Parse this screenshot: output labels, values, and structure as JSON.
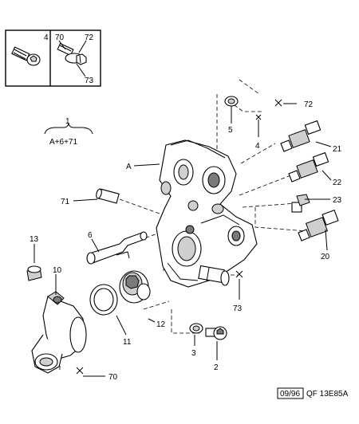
{
  "inset": {
    "labels": {
      "screw": "4",
      "bolt_a": "70",
      "bolt_b": "72",
      "washer": "73"
    }
  },
  "group": {
    "number": "1",
    "formula": "A+6+71"
  },
  "callouts": {
    "c72": "72",
    "c5": "5",
    "c4": "4",
    "cA": "A",
    "c21": "21",
    "c22": "22",
    "c23": "23",
    "c20": "20",
    "c71": "71",
    "c6": "6",
    "c13": "13",
    "c10": "10",
    "c73": "73",
    "c12": "12",
    "c11": "11",
    "c3": "3",
    "c2": "2",
    "c70": "70"
  },
  "footer": {
    "date_code": "09/96",
    "reference": "QF 13E85A"
  }
}
